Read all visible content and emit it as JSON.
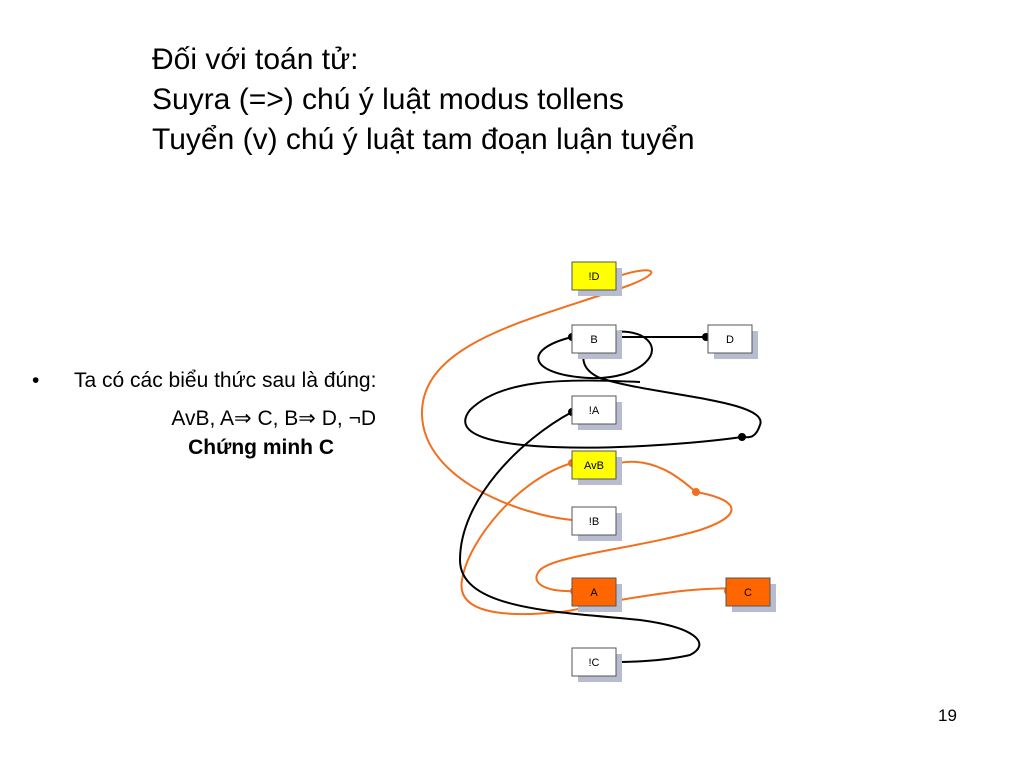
{
  "title": {
    "lines": [
      "Đối với toán tử:",
      "Suyra (=>) chú ý luật modus tollens",
      "Tuyển (v) chú ý luật tam đoạn luận tuyển"
    ]
  },
  "bullet": {
    "marker": "•",
    "text": "Ta có các biểu thức sau là đúng:",
    "formula": "AvB, A⇒ C, B⇒ D, ¬D",
    "goal": "Chứng minh C"
  },
  "diagram": {
    "colors": {
      "yellow": "#ffff00",
      "orange": "#ff6600",
      "white": "#ffffff",
      "black_edge": "#000000",
      "orange_edge": "#f07020",
      "shadow": "#b8bcd0"
    },
    "nodes": [
      {
        "id": "notD",
        "label": "!D",
        "fill": "yellow"
      },
      {
        "id": "B",
        "label": "B",
        "fill": "white"
      },
      {
        "id": "D",
        "label": "D",
        "fill": "white"
      },
      {
        "id": "notA",
        "label": "!A",
        "fill": "white"
      },
      {
        "id": "AvB",
        "label": "AvB",
        "fill": "yellow"
      },
      {
        "id": "notB",
        "label": "!B",
        "fill": "white"
      },
      {
        "id": "A",
        "label": "A",
        "fill": "orange"
      },
      {
        "id": "C",
        "label": "C",
        "fill": "orange"
      },
      {
        "id": "notC",
        "label": "!C",
        "fill": "white"
      }
    ]
  },
  "page_number": "19"
}
